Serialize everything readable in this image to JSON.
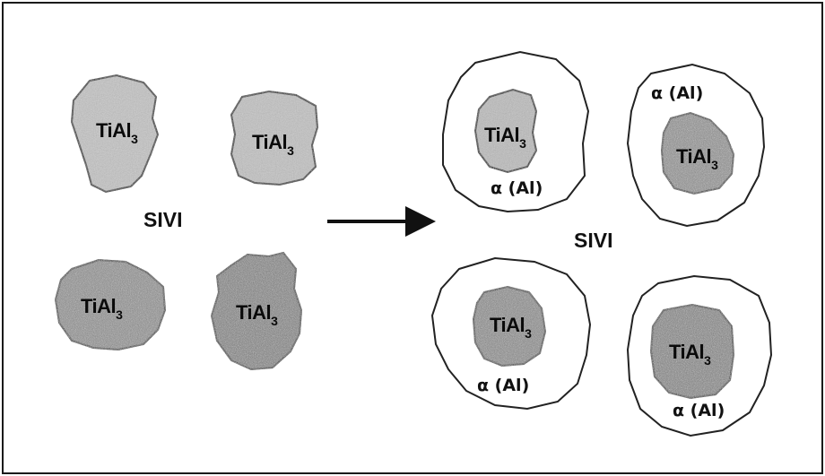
{
  "labels": {
    "sivi_left": "SIVI",
    "sivi_right": "SIVI",
    "particle": "TiAl",
    "particle_sub": "3",
    "alpha": "α (Al)"
  },
  "colors": {
    "frame": "#1a1a1a",
    "particle_fill": "#bdbdbd",
    "particle_dark_fill": "#7c7c7c",
    "outline": "#222222"
  }
}
